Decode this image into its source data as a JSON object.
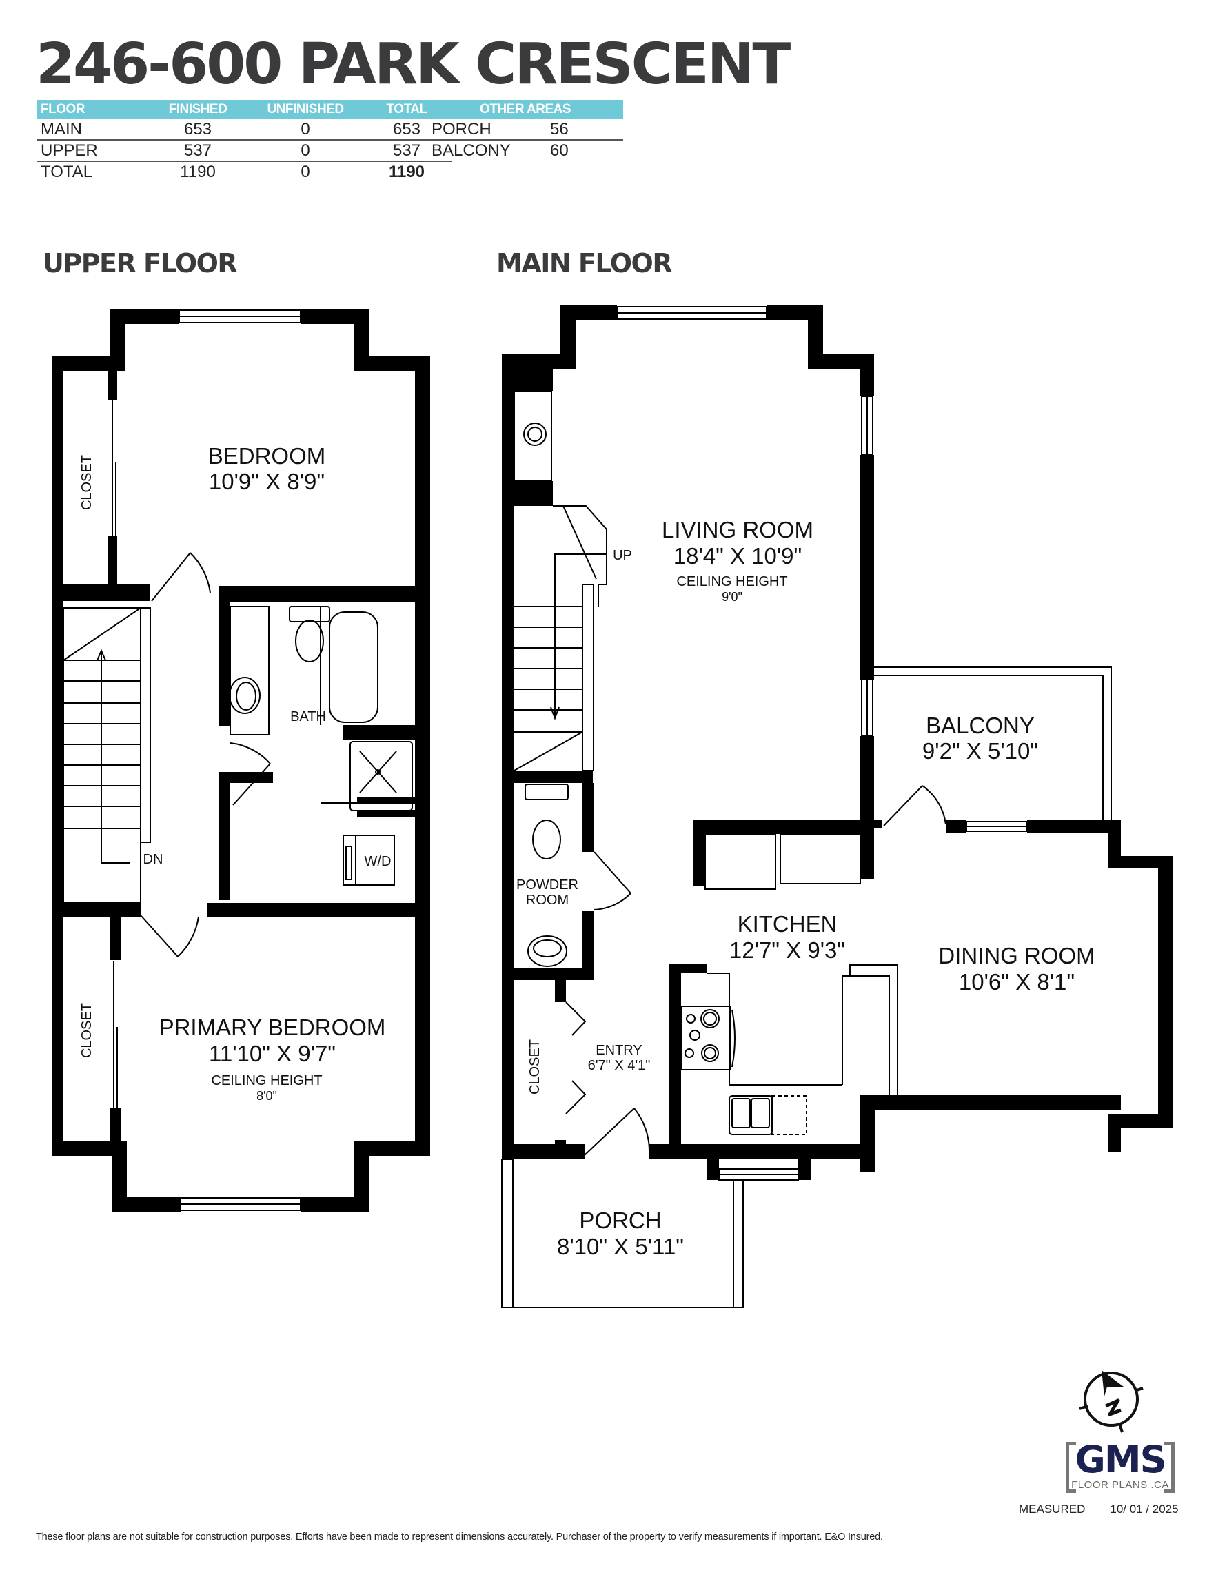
{
  "title": "246-600 PARK CRESCENT",
  "area_table": {
    "headers": [
      "FLOOR",
      "FINISHED",
      "UNFINISHED",
      "TOTAL"
    ],
    "rows": [
      {
        "floor": "MAIN",
        "finished": "653",
        "unfinished": "0",
        "total": "653"
      },
      {
        "floor": "UPPER",
        "finished": "537",
        "unfinished": "0",
        "total": "537"
      },
      {
        "floor": "TOTAL",
        "finished": "1190",
        "unfinished": "0",
        "total": "1190"
      }
    ]
  },
  "other_areas": {
    "header": "OTHER AREAS",
    "rows": [
      {
        "name": "PORCH",
        "value": "56"
      },
      {
        "name": "BALCONY",
        "value": "60"
      }
    ]
  },
  "upper_floor": {
    "heading": "UPPER FLOOR",
    "rooms": {
      "bedroom": {
        "name": "BEDROOM",
        "dims": "10'9\" X 8'9\""
      },
      "closet_top": {
        "name": "CLOSET"
      },
      "bath": {
        "name": "BATH"
      },
      "wd": {
        "name": "W/D"
      },
      "stairs": {
        "name": "DN"
      },
      "primary": {
        "name": "PRIMARY BEDROOM",
        "dims": "11'10\" X 9'7\"",
        "ceiling_label": "CEILING HEIGHT",
        "ceiling": "8'0\""
      },
      "closet_bottom": {
        "name": "CLOSET"
      }
    }
  },
  "main_floor": {
    "heading": "MAIN FLOOR",
    "rooms": {
      "living": {
        "name": "LIVING ROOM",
        "dims": "18'4\" X 10'9\"",
        "ceiling_label": "CEILING HEIGHT",
        "ceiling": "9'0\""
      },
      "stairs": {
        "name": "UP"
      },
      "balcony": {
        "name": "BALCONY",
        "dims": "9'2\" X 5'10\""
      },
      "kitchen": {
        "name": "KITCHEN",
        "dims": "12'7\" X 9'3\""
      },
      "dining": {
        "name": "DINING ROOM",
        "dims": "10'6\" X 8'1\""
      },
      "powder": {
        "name_line1": "POWDER",
        "name_line2": "ROOM"
      },
      "closet": {
        "name": "CLOSET"
      },
      "entry": {
        "name": "ENTRY",
        "dims": "6'7\" X 4'1\""
      },
      "porch": {
        "name": "PORCH",
        "dims": "8'10\" X 5'11\""
      }
    }
  },
  "logo": {
    "brand": "GMS",
    "sub": "FLOOR PLANS .CA",
    "compass_icon": "north-arrow-compass"
  },
  "measured": {
    "label": "MEASURED",
    "date": "10/  01 / 2025"
  },
  "disclaimer": "These floor plans are not suitable for construction purposes. Efforts have been made to represent dimensions accurately.  Purchaser of the property to verify measurements if important.  E&O Insured.",
  "colors": {
    "accent": "#6fc9d6",
    "title": "#3b3b3d",
    "wall": "#000000",
    "brand": "#1b2150"
  }
}
